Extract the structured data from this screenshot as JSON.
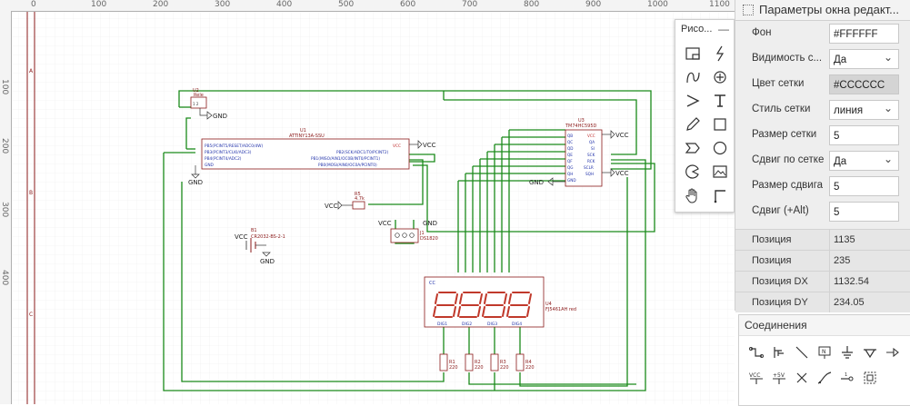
{
  "ruler": {
    "top_ticks": [
      "0",
      "100",
      "200",
      "300",
      "400",
      "500",
      "600",
      "700",
      "800",
      "900",
      "1000",
      "1100"
    ],
    "left_ticks": [
      "100",
      "200",
      "300",
      "400"
    ],
    "rows": [
      "A",
      "B",
      "C"
    ]
  },
  "schematic": {
    "u2_ref": "U2",
    "u2_val": "Rele",
    "u2_pin": "1   2",
    "u1_ref": "U1",
    "u1_val": "ATTINY13A-SSU",
    "u1_pins_left": [
      "PB5(PCINT5/RESET/ADC0/dW)",
      "PB3(PCINT3/CLKI/ADC3)",
      "PB4(PCINT4/ADC2)",
      "GND"
    ],
    "u1_pins_right": [
      "VCC",
      "PB2(SCK/ADC1/T0/PCINT2)",
      "PB1(MISO/AIN1/OC0B/INT0/PCINT1)",
      "PB0(MOSI/AIN0/OC0A/PCINT0)"
    ],
    "u3_ref": "U3",
    "u3_val": "TM74HC595D",
    "u3_pins_left": [
      "QB",
      "QC",
      "QD",
      "QE",
      "QF",
      "QG",
      "QH",
      "GND"
    ],
    "u3_pins_right": [
      "VCC",
      "QA",
      "SI",
      "SCK",
      "RCK",
      "SCLR",
      "SQH"
    ],
    "r5_ref": "R5",
    "r5_val": "4.7k",
    "j1_ref": "J1",
    "j1_val": "DS1820",
    "b1_ref": "B1",
    "b1_val": "CR2032-BS-2-1",
    "u4_ref": "U4",
    "u4_val": "FJ5461AH red",
    "u4_cc": "CC",
    "u4_seg_labels": [
      "DIG1",
      "DIG2",
      "DIG3",
      "DIG4"
    ],
    "resistors": [
      {
        "ref": "R1",
        "val": "220"
      },
      {
        "ref": "R2",
        "val": "220"
      },
      {
        "ref": "R3",
        "val": "220"
      },
      {
        "ref": "R4",
        "val": "220"
      }
    ],
    "net_vcc": "VCC",
    "net_gnd": "GND"
  },
  "draw_palette": {
    "title": "Рисо...",
    "minimize": "—",
    "tools": [
      "frame-icon",
      "lightning-icon",
      "arc-icon",
      "circle-plus-icon",
      "arrow-icon",
      "text-icon",
      "pencil-icon",
      "rectangle-icon",
      "chevron-shape-icon",
      "circle-icon",
      "pie-icon",
      "image-icon",
      "hand-icon",
      "corner-line-icon"
    ]
  },
  "props": {
    "title": "Параметры окна редакт...",
    "rows": [
      {
        "label": "Фон",
        "value": "#FFFFFF",
        "type": "text"
      },
      {
        "label": "Видимость с...",
        "value": "Да",
        "type": "select"
      },
      {
        "label": "Цвет сетки",
        "value": "#CCCCCC",
        "type": "grey"
      },
      {
        "label": "Стиль сетки",
        "value": "линия",
        "type": "select"
      },
      {
        "label": "Размер сетки",
        "value": "5",
        "type": "text"
      },
      {
        "label": "Сдвиг по сетке",
        "value": "Да",
        "type": "select"
      },
      {
        "label": "Размер сдвига",
        "value": "5",
        "type": "text"
      },
      {
        "label": "Сдвиг (+Alt)",
        "value": "5",
        "type": "text"
      }
    ],
    "positions": [
      {
        "label": "Позиция",
        "value": "1135"
      },
      {
        "label": "Позиция",
        "value": "235"
      },
      {
        "label": "Позиция DX",
        "value": "1132.54"
      },
      {
        "label": "Позиция DY",
        "value": "234.05"
      }
    ]
  },
  "connections": {
    "title": "Соединения",
    "tools": [
      "wire-icon",
      "bus-entry-icon",
      "line-icon",
      "net-label-icon",
      "ground-icon",
      "power-flag-icon",
      "no-connect-arrow-icon",
      "vcc-icon",
      "plus5v-icon",
      "cross-icon",
      "curve-icon",
      "pin-icon",
      "select-group-icon"
    ]
  },
  "colors": {
    "wire": "#1a8a1a",
    "component": "#8b1a1a",
    "pin_text": "#2233aa"
  }
}
